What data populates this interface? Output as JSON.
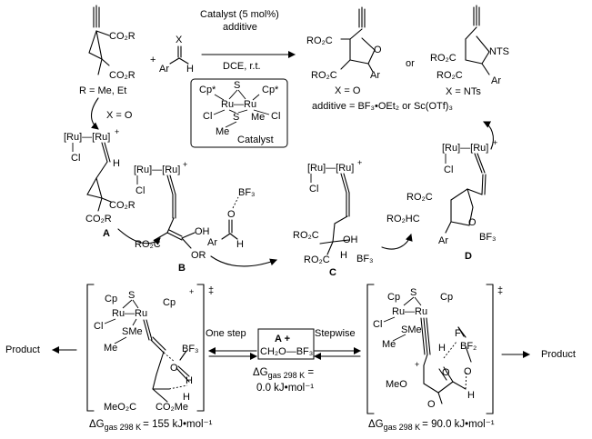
{
  "reaction": {
    "cyclopropane_sub1": "CO₂R",
    "cyclopropane_sub2": "CO₂R",
    "plus": "+",
    "aldehyde_x": "X",
    "aldehyde_ar": "Ar",
    "aldehyde_h": "H",
    "catalyst_line": "Catalyst (5 mol%)",
    "additive_line": "additive",
    "conditions_line": "DCE, r.t.",
    "r_definition": "R = Me, Et",
    "or": "or"
  },
  "catalyst_box": {
    "cp_left": "Cp*",
    "s_top": "S",
    "cp_right": "Cp*",
    "ru_ru": "Ru—Ru",
    "cl_left": "Cl",
    "s_bottom": "S",
    "me_right": "Me",
    "cl_right": "Cl",
    "me_bottom": "Me",
    "label": "Catalyst"
  },
  "products": {
    "thf_ro2c_1": "RO₂C",
    "thf_ro2c_2": "RO₂C",
    "thf_o": "O",
    "thf_ar": "Ar",
    "thf_label": "X = O",
    "pyr_n": "NTS",
    "pyr_ro2c_1": "RO₂C",
    "pyr_ro2c_2": "RO₂C",
    "pyr_ar": "Ar",
    "pyr_label": "X = NTs",
    "additive_note": "additive = BF₃•OEt₂ or Sc(OTf)₃"
  },
  "cycle": {
    "x_eq_o": "X = O",
    "ru_ru": "[Ru]—[Ru]",
    "plus": "+",
    "cl": "Cl",
    "h": "H",
    "co2r_1": "CO₂R",
    "co2r_2": "CO₂R",
    "label_a": "A",
    "b_oh": "OH",
    "b_or": "OR",
    "b_ro2c": "RO₂C",
    "label_b": "B",
    "bf3_complex_bf3": "BF₃",
    "bf3_complex_o": "O",
    "bf3_complex_ar": "Ar",
    "bf3_complex_h": "H",
    "c_ro2c_1": "RO₂C",
    "c_ro2c_2": "RO₂C",
    "c_oh": "OH",
    "c_bf3": "BF₃",
    "c_h": "H",
    "label_c": "C",
    "d_ro2c": "RO₂C",
    "d_ro2hc": "RO₂HC",
    "d_o": "O",
    "d_bf3": "BF₃",
    "d_ar": "Ar",
    "label_d": "D"
  },
  "transition_states": {
    "left_cp_1": "Cp",
    "left_s": "S",
    "left_cp_2": "Cp",
    "left_ru": "Ru—Ru",
    "left_cl": "Cl",
    "left_sme": "SMe",
    "left_me": "Me",
    "left_plus": "+",
    "left_dagger": "‡",
    "left_bf3": "BF₃",
    "left_o": "O",
    "left_h": "H",
    "left_meo2c": "MeO₂C",
    "left_co2me": "CO₂Me",
    "left_energy_prefix": "ΔG",
    "left_energy_sub": "gas 298 K",
    "left_energy_value": "= 155 kJ•mol⁻¹",
    "right_cp_1": "Cp",
    "right_s": "S",
    "right_cp_2": "Cp",
    "right_ru": "Ru—Ru",
    "right_cl": "Cl",
    "right_sme": "SMe",
    "right_me": "Me",
    "right_dagger": "‡",
    "right_f": "F",
    "right_bf2": "BF₂",
    "right_h": "H",
    "right_o_1": "O",
    "right_o_2": "O",
    "right_meo": "MeO",
    "right_plus": "+",
    "right_energy_prefix": "ΔG",
    "right_energy_sub": "gas 298 K",
    "right_energy_value": "= 90.0 kJ•mol⁻¹"
  },
  "pathways": {
    "product_left": "Product",
    "product_right": "Product",
    "one_step": "One step",
    "stepwise": "Stepwise",
    "center_line1": "A +",
    "center_line2": "CH₂O—BF₃",
    "center_energy_prefix": "ΔG",
    "center_energy_sub": "gas 298 K",
    "center_energy_eq": " =",
    "center_energy_value": "0.0 kJ•mol⁻¹"
  }
}
